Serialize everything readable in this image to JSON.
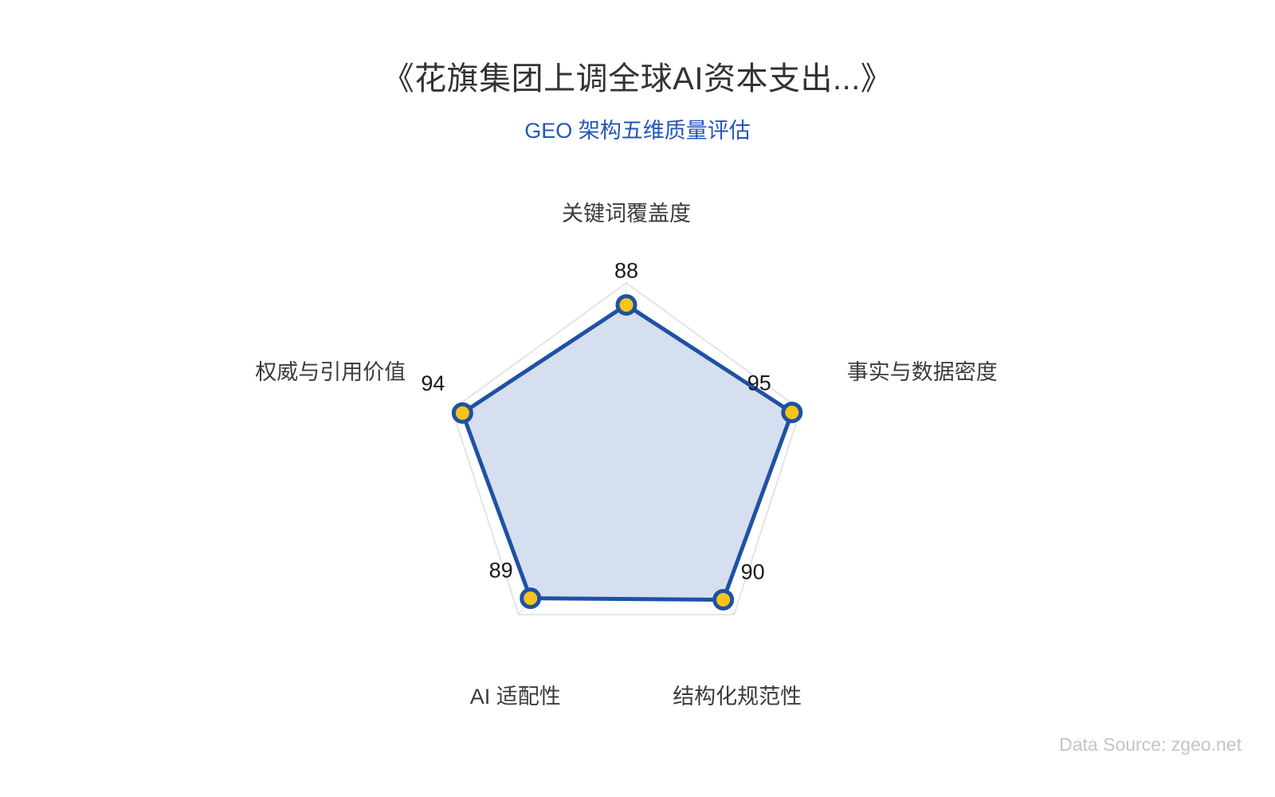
{
  "header": {
    "title": "《花旗集团上调全球AI资本支出...》",
    "subtitle": "GEO 架构五维质量评估"
  },
  "footer": {
    "data_source": "Data Source: zgeo.net"
  },
  "colors": {
    "line": "#1f51a3",
    "fill": "#d2dcee",
    "marker_fill": "#f5c518",
    "marker_stroke": "#1f51a3",
    "grid": "#e4e4e6",
    "spoke": "#c9cdd6",
    "subtitle": "#2456b8",
    "title": "#333333",
    "footer": "#c4c4c4"
  },
  "chart_data": {
    "type": "radar",
    "title": "《花旗集团上调全球AI资本支出...》",
    "subtitle": "GEO 架构五维质量评估",
    "categories": [
      "关键词覆盖度",
      "事实与数据密度",
      "结构化规范性",
      "AI 适配性",
      "权威与引用价值"
    ],
    "values": [
      88,
      95,
      90,
      89,
      94
    ],
    "value_labels": [
      "88",
      "95",
      "90",
      "89",
      "94"
    ],
    "axis_labels": [
      "关键词覆盖度",
      "事实与数据密度",
      "结构化规范性",
      "AI 适配性",
      "权威与引用价值"
    ],
    "rmin": 0,
    "rmax": 100,
    "rings": 10,
    "grid": true,
    "legend": "none",
    "series": [
      {
        "name": "GEO 架构五维质量评估",
        "values": [
          88,
          95,
          90,
          89,
          94
        ]
      }
    ]
  }
}
